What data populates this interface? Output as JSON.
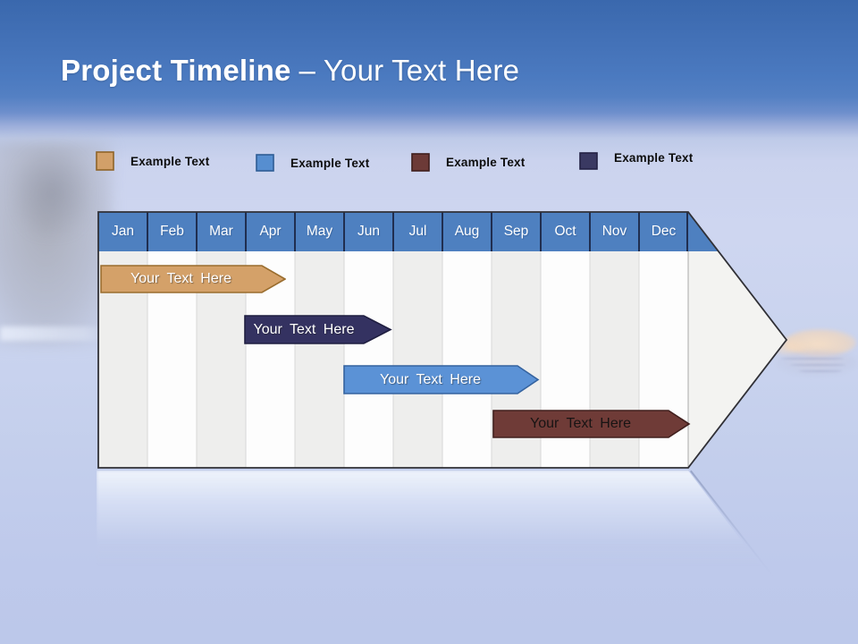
{
  "slide": {
    "title_bold": "Project Timeline",
    "title_suffix": "– Your Text Here"
  },
  "legend": {
    "items": [
      {
        "label": "Example Text",
        "color": "#D2A069",
        "border": "#8F6428"
      },
      {
        "label": "Example Text",
        "color": "#568ED0",
        "border": "#2E5C95"
      },
      {
        "label": "Example Text",
        "color": "#6C3A37",
        "border": "#3F1E1C"
      },
      {
        "label": "Example Text",
        "color": "#3A3962",
        "border": "#232244"
      }
    ]
  },
  "timeline": {
    "header_color": "#4E80C0",
    "header_border_color": "#202E50",
    "arrow_fill": "#F3F3F1",
    "arrow_outline": "#303036",
    "column_stripe_gray": "#EEEEED",
    "column_stripe_white": "#FDFDFD",
    "months": [
      "Jan",
      "Feb",
      "Mar",
      "Apr",
      "May",
      "Jun",
      "Jul",
      "Aug",
      "Sep",
      "Oct",
      "Nov",
      "Dec"
    ],
    "bars": [
      {
        "label": "Your Text Here",
        "months_span": "Jan – Mar",
        "fill": "#D4A169",
        "stroke": "#9A6D2E",
        "text_color": "#FFFFFF"
      },
      {
        "label": "Your Text Here",
        "months_span": "Apr – Jun",
        "fill": "#343261",
        "stroke": "#1F1E40",
        "text_color": "#FFFFFF"
      },
      {
        "label": "Your Text Here",
        "months_span": "Jun – Aug",
        "fill": "#5B92D6",
        "stroke": "#35639F",
        "text_color": "#FFFFFF"
      },
      {
        "label": "Your Text Here",
        "months_span": "Sep – Nov",
        "fill": "#6F3B37",
        "stroke": "#401F1D",
        "text_color": "#1A1A1A"
      }
    ]
  }
}
